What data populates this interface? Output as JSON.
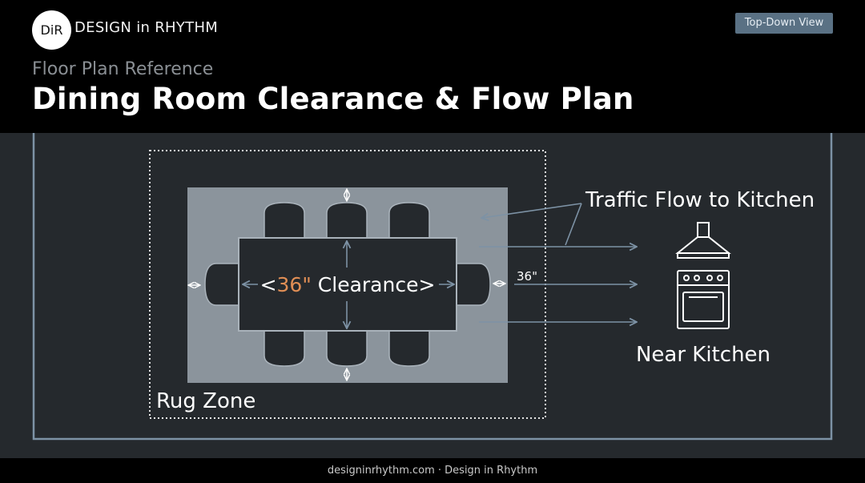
{
  "header": {
    "logo_text": "DiR",
    "brand": "DESIGN in RHYTHM",
    "view_badge": "Top-Down View",
    "subtitle": "Floor Plan Reference",
    "title": "Dining Room Clearance & Flow Plan"
  },
  "plan": {
    "clearance_open": "<",
    "clearance_value": "36\"",
    "clearance_text": " Clearance>",
    "side_dimension": "36\"",
    "traffic_label": "Traffic Flow to Kitchen",
    "kitchen_label": "Near Kitchen",
    "rug_label": "Rug Zone"
  },
  "footer": {
    "text": "designinrhythm.com · Design in Rhythm"
  },
  "colors": {
    "background": "#25292d",
    "header_bg": "#000000",
    "room_outline": "#7d92a5",
    "rug": "#8b949c",
    "table": "#25292d",
    "accent": "#e08e55",
    "badge": "#5a7184"
  }
}
